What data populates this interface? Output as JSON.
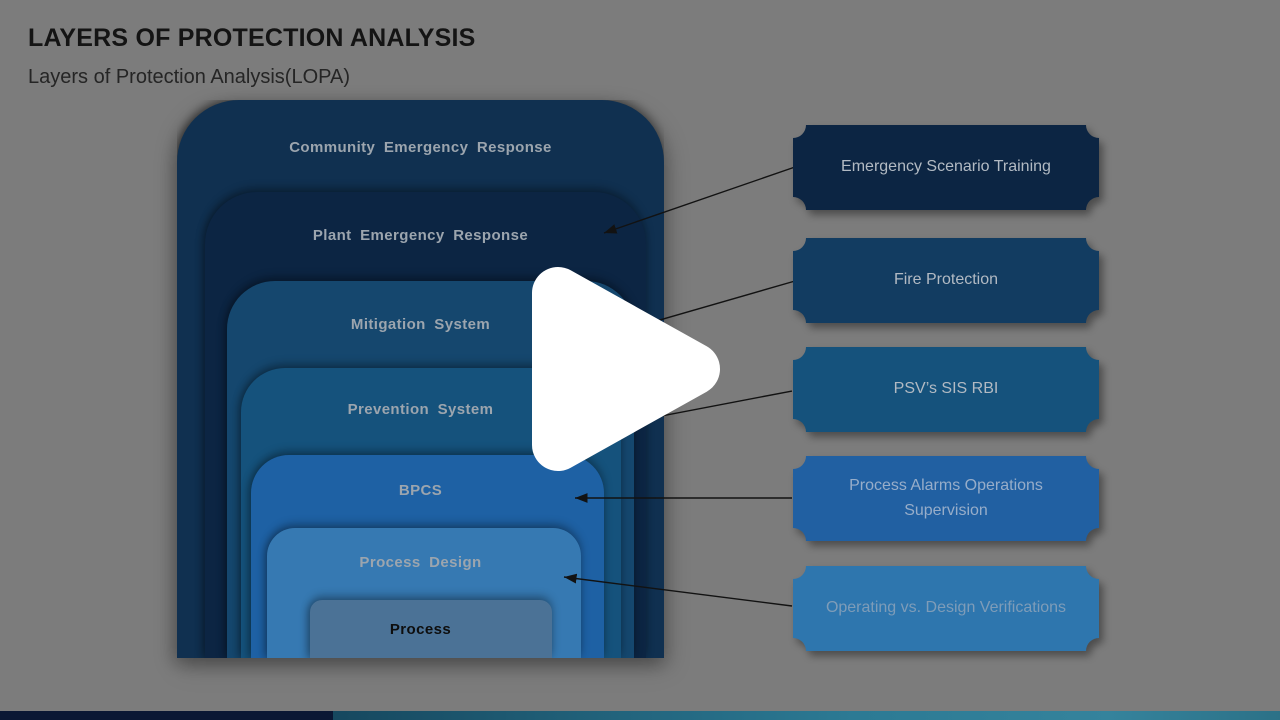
{
  "slide": {
    "title": "LAYERS OF PROTECTION ANALYSIS",
    "subtitle": "Layers of Protection Analysis(LOPA)"
  },
  "diagram": {
    "layers": [
      {
        "label": "Community Emergency Response",
        "color": "#103050"
      },
      {
        "label": "Plant Emergency Response",
        "color": "#0c2543"
      },
      {
        "label": "Mitigation System",
        "color": "#15476e"
      },
      {
        "label": "Prevention System",
        "color": "#15527c"
      },
      {
        "label": "BPCS",
        "color": "#1e61a4"
      },
      {
        "label": "Process Design",
        "color": "#3679b2"
      },
      {
        "label": "Process",
        "color": "#4b7296"
      }
    ]
  },
  "callouts": [
    {
      "label": "Emergency Scenario Training",
      "color": "#0c2543"
    },
    {
      "label": "Fire Protection",
      "color": "#123c61"
    },
    {
      "label": "PSV’s SIS RBI",
      "color": "#15527c"
    },
    {
      "label": "Process Alarms Operations Supervision",
      "color": "#2160a2"
    },
    {
      "label": "Operating vs. Design Verifications",
      "color": "#2e76ae"
    }
  ],
  "footer": {
    "left_bar_color": "#0a1734",
    "right_bar_color": "#2c7a94"
  },
  "player": {
    "icon": "play"
  }
}
